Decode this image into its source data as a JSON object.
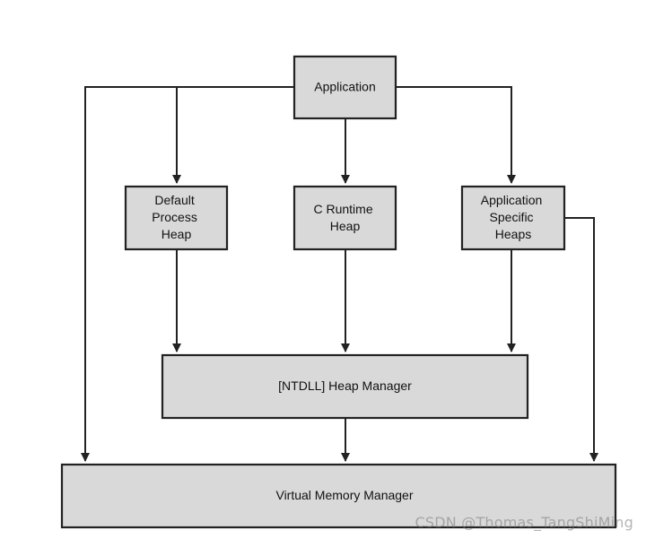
{
  "diagram": {
    "nodes": {
      "application": {
        "lines": [
          "Application"
        ]
      },
      "default_process_heap": {
        "lines": [
          "Default",
          "Process",
          "Heap"
        ]
      },
      "c_runtime_heap": {
        "lines": [
          "C Runtime",
          "Heap"
        ]
      },
      "application_specific_heaps": {
        "lines": [
          "Application",
          "Specific",
          "Heaps"
        ]
      },
      "heap_manager": {
        "lines": [
          "[NTDLL] Heap Manager"
        ]
      },
      "virtual_memory_manager": {
        "lines": [
          "Virtual Memory Manager"
        ]
      }
    },
    "edges": [
      {
        "from": "application",
        "to": "default_process_heap"
      },
      {
        "from": "application",
        "to": "c_runtime_heap"
      },
      {
        "from": "application",
        "to": "application_specific_heaps"
      },
      {
        "from": "application",
        "to": "virtual_memory_manager"
      },
      {
        "from": "default_process_heap",
        "to": "heap_manager"
      },
      {
        "from": "c_runtime_heap",
        "to": "heap_manager"
      },
      {
        "from": "application_specific_heaps",
        "to": "heap_manager"
      },
      {
        "from": "application_specific_heaps",
        "to": "virtual_memory_manager"
      },
      {
        "from": "heap_manager",
        "to": "virtual_memory_manager"
      }
    ],
    "colors": {
      "box_fill": "#d9d9d9",
      "stroke": "#222222",
      "text": "#111111"
    }
  },
  "watermark": "CSDN @Thomas_TangShiMing"
}
